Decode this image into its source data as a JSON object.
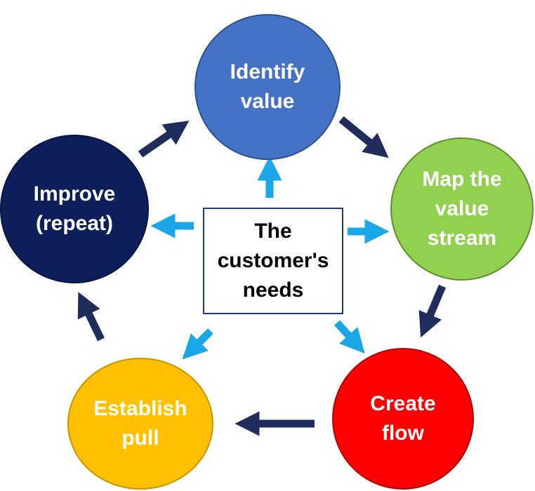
{
  "center": {
    "label": "The\ncustomer's\nneeds"
  },
  "nodes": {
    "identify": {
      "label": "Identify\nvalue",
      "color": "#4472c4"
    },
    "map": {
      "label": "Map the\nvalue\nstream",
      "color": "#92d050"
    },
    "create": {
      "label": "Create\nflow",
      "color": "#ff0000"
    },
    "pull": {
      "label": "Establish\npull",
      "color": "#ffc000"
    },
    "improve": {
      "label": "Improve\n(repeat)",
      "color": "#0c1f5a"
    }
  },
  "colors": {
    "cycle_arrow": "#1f2d5c",
    "center_arrow": "#1aa7e8"
  }
}
